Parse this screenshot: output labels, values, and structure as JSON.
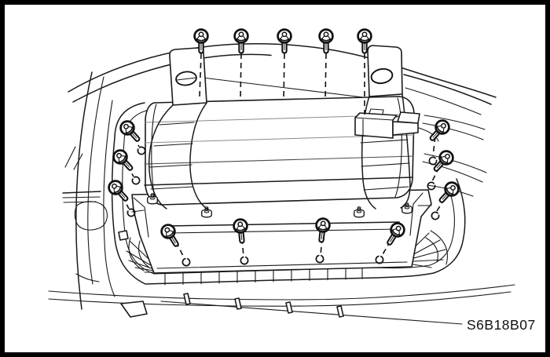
{
  "figure": {
    "part_code": "S6B18B07"
  },
  "diagram": {
    "depicts": "passenger-airbag-module-installation-illustration",
    "components": [
      "instrument-panel-sweep-lines",
      "airbag-module-cylinder",
      "left-mounting-strap",
      "right-mounting-strap",
      "wiring-connector-block",
      "lower-retainer-plate",
      "glovebox-opening-frame"
    ],
    "fasteners": {
      "top_bolts": 5,
      "left_bolts": 3,
      "right_bolts": 3,
      "bottom_bolts": 4,
      "stud_nuts": 4,
      "screw_holes": 10
    }
  },
  "colors": {
    "line": "#1a1a1a",
    "soft_line": "#8a8a8a",
    "background": "#ffffff",
    "border": "#000000"
  }
}
